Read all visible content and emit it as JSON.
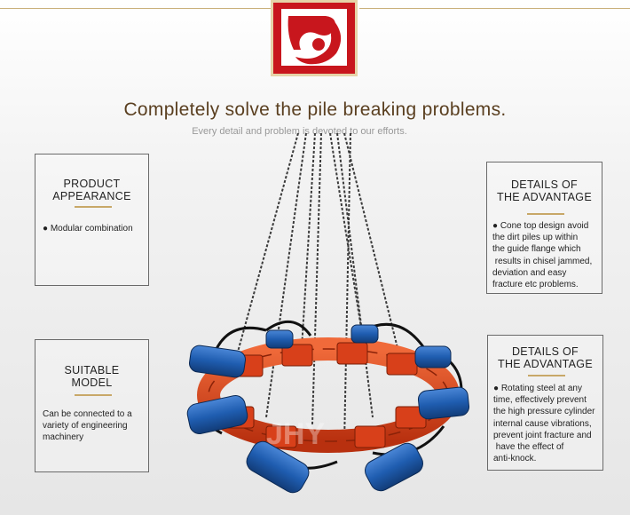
{
  "header": {
    "headline": "Completely solve the pile breaking problems.",
    "subline": "Every detail and problem is devoted to our efforts."
  },
  "panels": {
    "product_appearance": {
      "title_line1": "PRODUCT",
      "title_line2": "APPEARANCE",
      "text": "●  Modular combination"
    },
    "advantage_1": {
      "title_line1": "DETAILS OF",
      "title_line2": "THE ADVANTAGE",
      "lines": [
        "● Cone top design avoid",
        "the dirt piles up within",
        "the guide flange which",
        " results in chisel jammed,",
        "deviation and easy",
        "fracture etc problems."
      ]
    },
    "suitable_model": {
      "title_line1": "SUITABLE",
      "title_line2": "MODEL",
      "lines": [
        "Can be connected to a",
        "variety of engineering",
        "machinery"
      ]
    },
    "advantage_2": {
      "title_line1": "DETAILS OF",
      "title_line2": "THE ADVANTAGE",
      "lines": [
        "● Rotating steel at any",
        "time, effectively prevent",
        "the high pressure cylinder",
        "internal cause vibrations,",
        "prevent joint fracture and",
        " have the effect of",
        "anti-knock."
      ]
    }
  },
  "colors": {
    "brand_red": "#c8161d",
    "gold": "#c8a868",
    "headline_brown": "#5a3f20",
    "machine_orange": "#e0441e",
    "cylinder_blue": "#1f5db0"
  }
}
